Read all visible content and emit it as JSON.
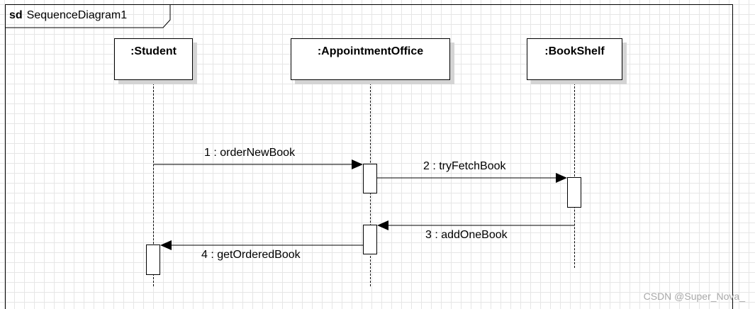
{
  "frame": {
    "keyword": "sd",
    "name": "SequenceDiagram1"
  },
  "lifelines": [
    {
      "id": "student",
      "label": ":Student"
    },
    {
      "id": "office",
      "label": ":AppointmentOffice"
    },
    {
      "id": "shelf",
      "label": ":BookShelf"
    }
  ],
  "messages": [
    {
      "id": "m1",
      "label": "1 : orderNewBook",
      "from": "student",
      "to": "office"
    },
    {
      "id": "m2",
      "label": "2 : tryFetchBook",
      "from": "office",
      "to": "shelf"
    },
    {
      "id": "m3",
      "label": "3 : addOneBook",
      "from": "shelf",
      "to": "office"
    },
    {
      "id": "m4",
      "label": "4 : getOrderedBook",
      "from": "office",
      "to": "student"
    }
  ],
  "watermark": "CSDN @Super_Nova_"
}
